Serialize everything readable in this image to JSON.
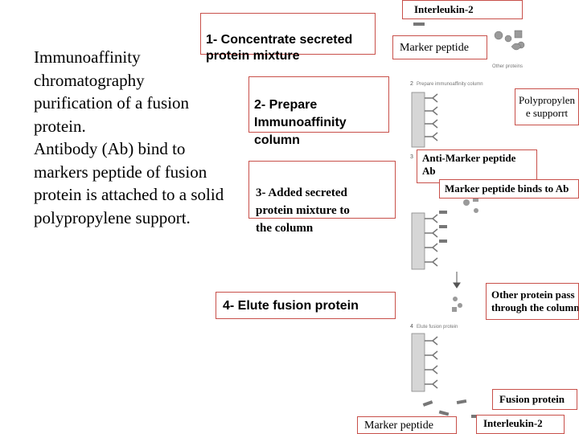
{
  "main_text": "Immunoaffinity\nchromatography\npurification of a fusion\nprotein.\nAntibody (Ab) bind to\nmarkers peptide of fusion\nprotein is attached to a solid\npolypropylene support.",
  "steps": {
    "step1": "1- Concentrate secreted\nprotein mixture",
    "step2": "2- Prepare\nImmunoaffinity\ncolumn",
    "step3": "3- Added secreted\nprotein mixture to\nthe column",
    "step4": "4- Elute fusion protein"
  },
  "figure_labels": {
    "interleukin_top": "Interleukin-2",
    "marker_peptide_top": "Marker peptide",
    "polypropylene": "Polypropylen\ne supporrt",
    "anti_marker": "Anti-Marker peptide\nAb",
    "marker_binds": "Marker peptide binds to Ab",
    "other_proteins": "Other protein pass\nthrough the column",
    "fusion_protein": "Fusion protein",
    "marker_peptide_bottom": "Marker peptide",
    "interleukin_bottom": "Interleukin-2"
  },
  "figure_small_text": {
    "other_proteins": "Other proteins",
    "prepare_column": "Prepare immunoaffinity column",
    "elute": "Elute fusion protein",
    "step2_num": "2",
    "step4_num": "4"
  },
  "colors": {
    "box_border": "#c8504a",
    "figure_gray": "#9a9a9a",
    "column_fill": "#d6d6d6"
  }
}
